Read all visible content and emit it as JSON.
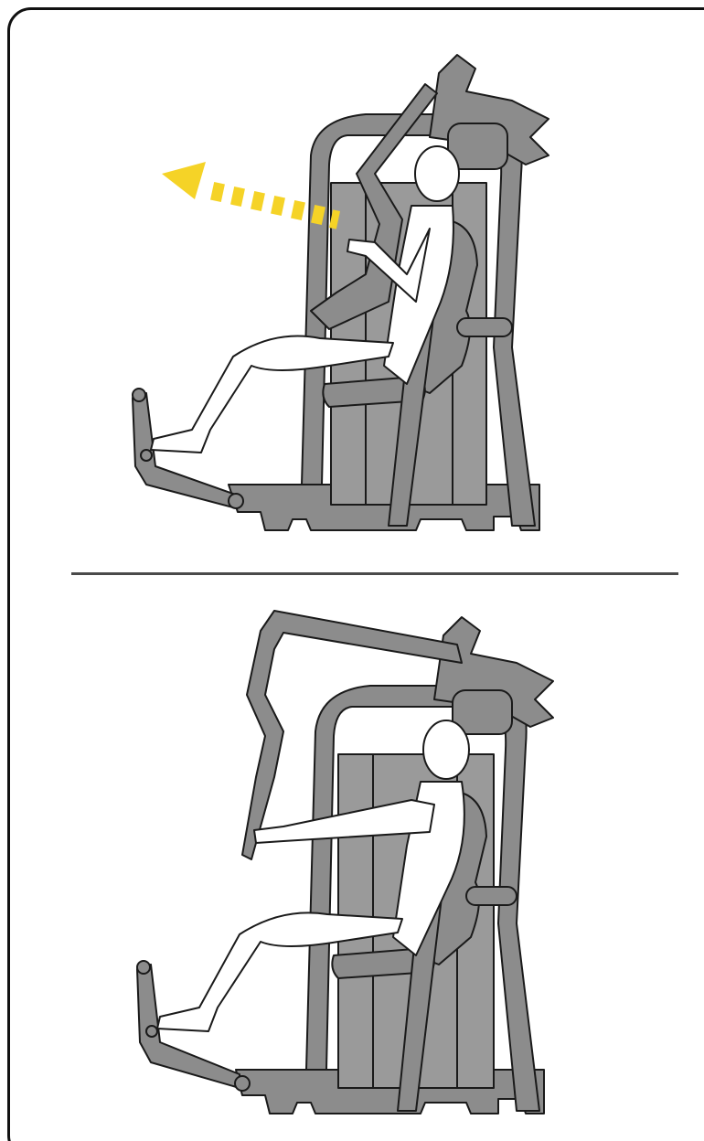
{
  "colors": {
    "machine_fill": "#8c8c8c",
    "machine_stroke": "#1a1a1a",
    "person_fill": "#ffffff",
    "person_stroke": "#1a1a1a",
    "arrow": "#f5d327",
    "divider": "#4a4a4a",
    "frame": "#111111"
  },
  "panels": [
    {
      "id": "top",
      "position": "start",
      "direction": "arrow-left-up"
    },
    {
      "id": "bottom",
      "position": "end"
    }
  ],
  "icons": {
    "motion_arrow": "dashed-arrow-icon"
  }
}
